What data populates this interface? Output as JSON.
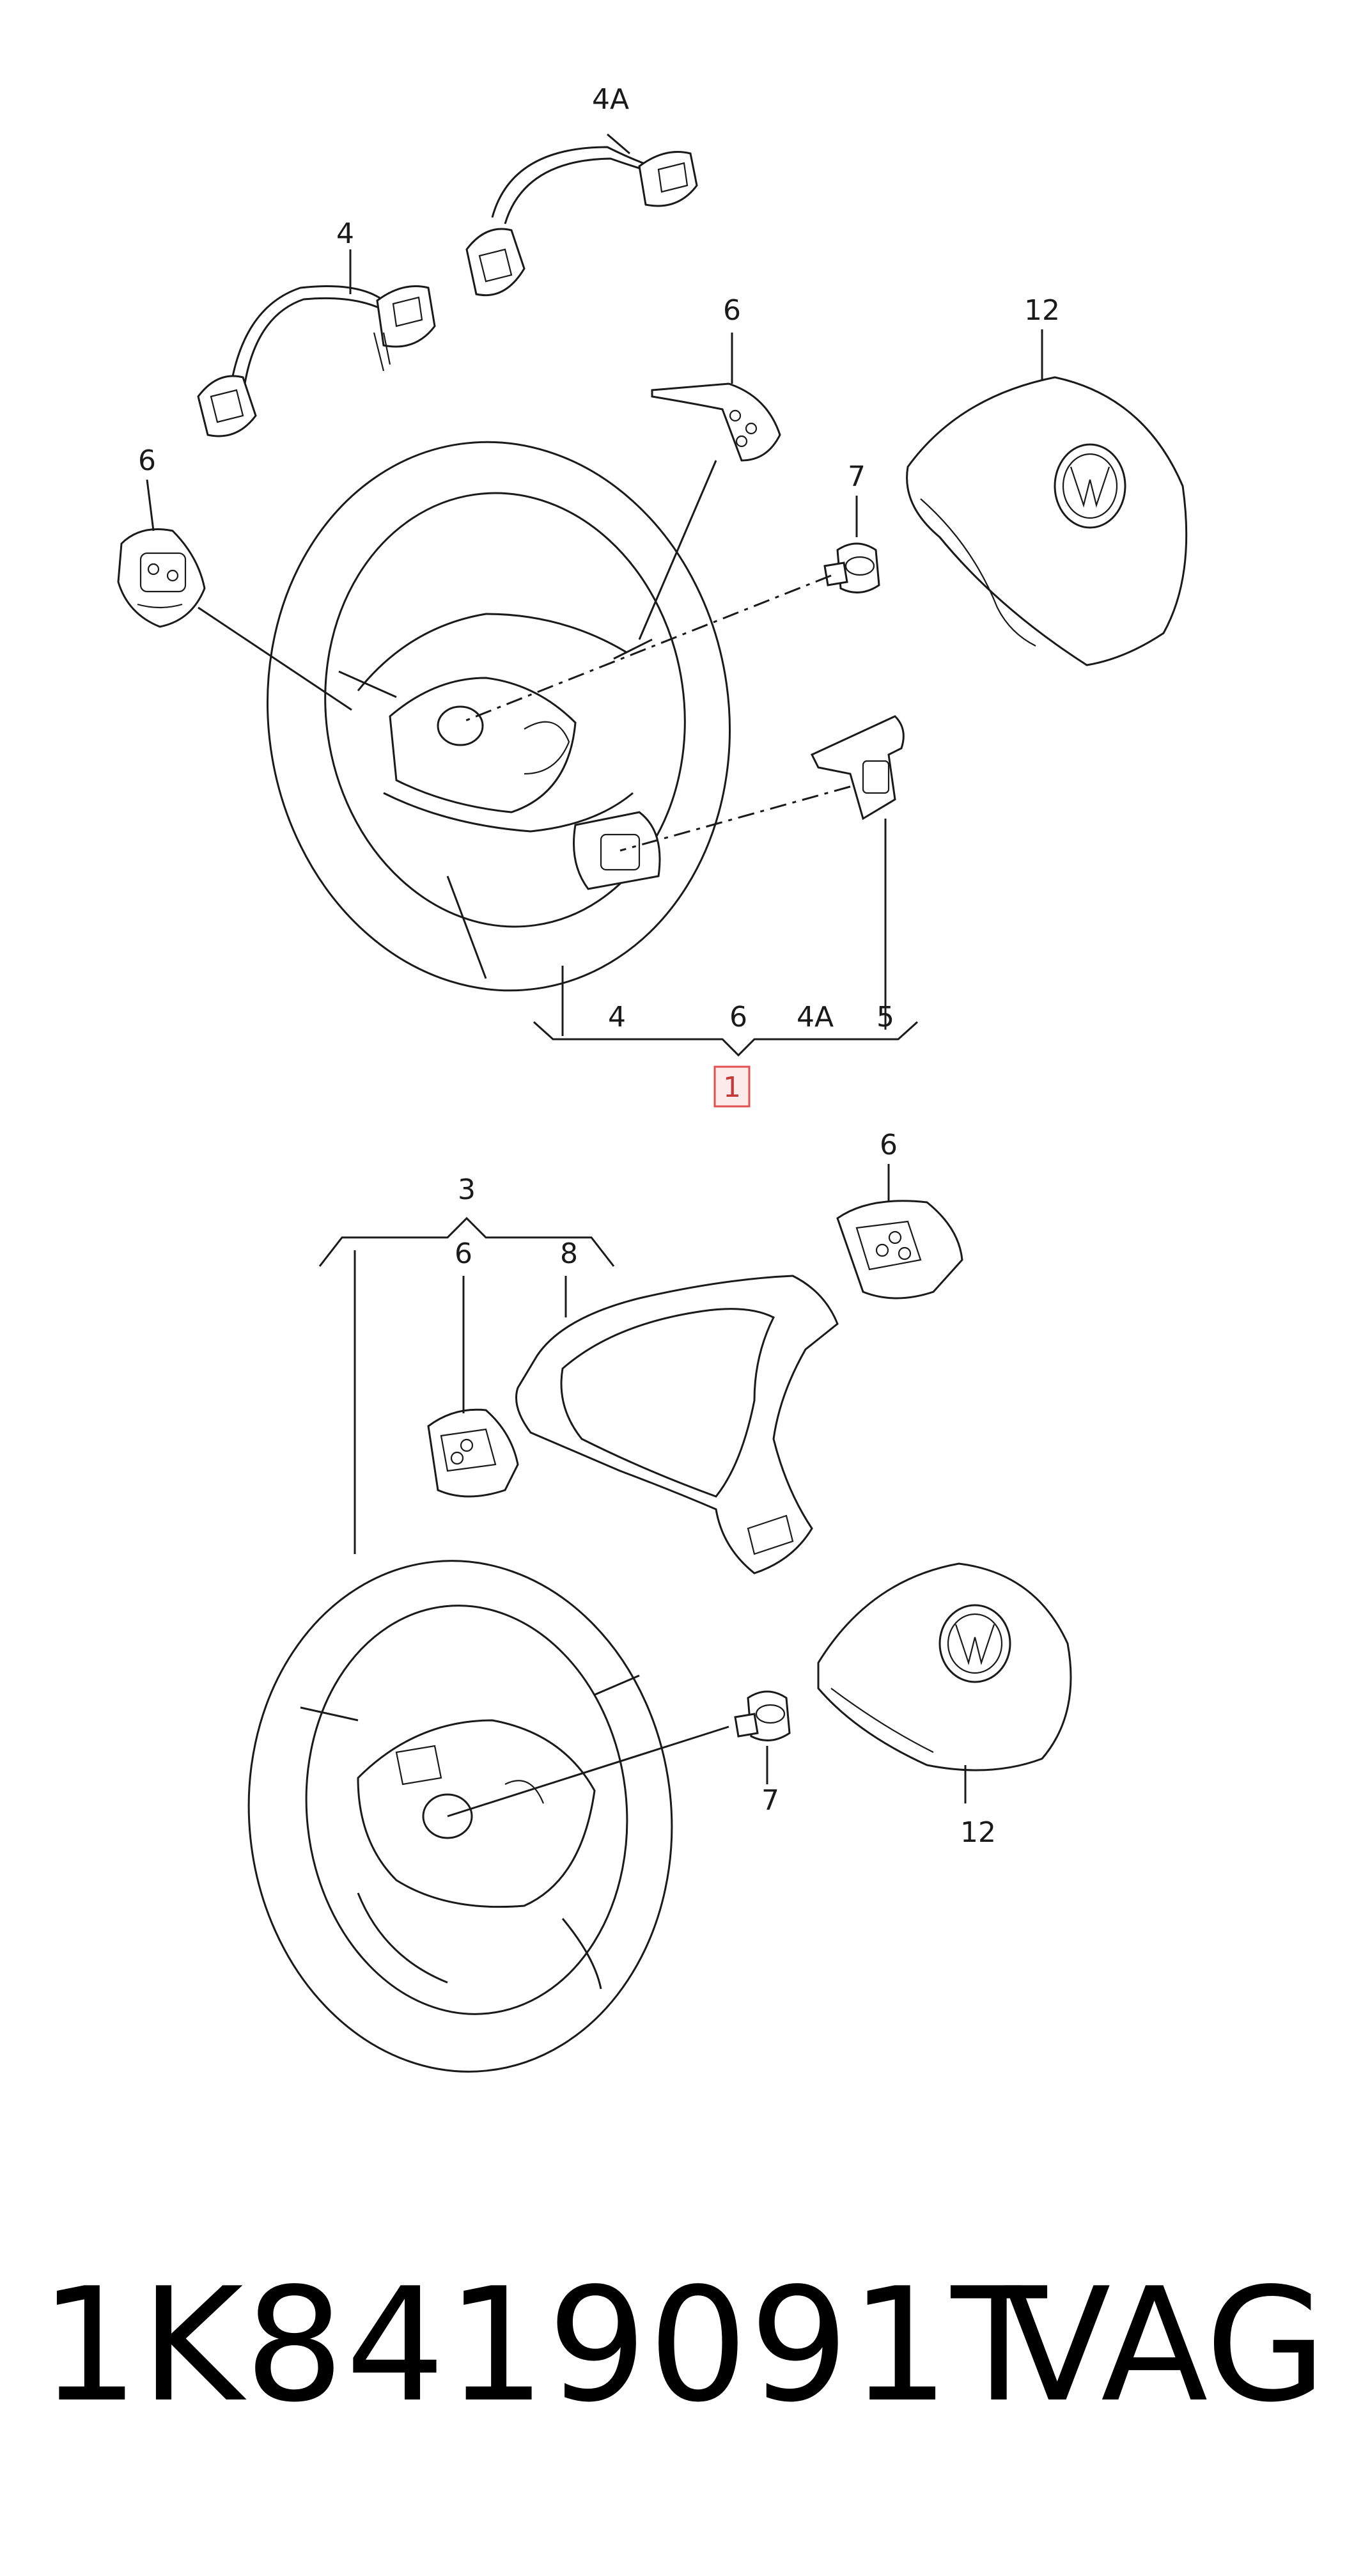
{
  "diagram": {
    "callouts": {
      "top_4A": "4A",
      "top_4": "4",
      "top_6_right": "6",
      "top_12": "12",
      "top_6_left": "6",
      "top_7": "7",
      "bracket_4": "4",
      "bracket_6": "6",
      "bracket_4A": "4A",
      "bracket_5": "5",
      "highlight_1": "1",
      "bottom_3": "3",
      "bottom_6_right": "6",
      "bottom_6_left": "6",
      "bottom_8": "8",
      "bottom_7": "7",
      "bottom_12": "12"
    },
    "highlight_color": "#e05050"
  },
  "footer": {
    "part_number": "1K8419091T",
    "brand": "VAG"
  }
}
